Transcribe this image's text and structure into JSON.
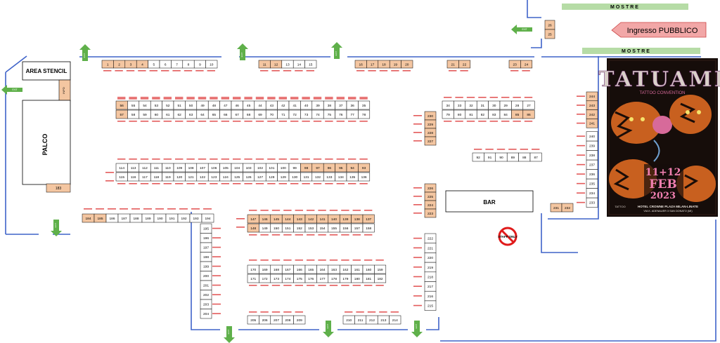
{
  "labels": {
    "mostre_top": "MOSTRE",
    "mostre_right": "MOSTRE",
    "ingresso": "Ingresso PUBBLICO",
    "area_stencil": "AREA STENCIL",
    "palco": "PALCO",
    "bar": "BAR",
    "info": "INFO",
    "exit": "EXIT",
    "poster_title": "TATUAMI",
    "poster_sub": "TATTOO CONVENTION",
    "poster_date1": "11+12",
    "poster_date2": "FEB",
    "poster_year": "2023",
    "poster_venue": "HOTEL CROWNE PLAZA MILAN-LINATE",
    "poster_address": "VIA K. ADENAUER 3 SAN DONATO (MI)",
    "poster_brand": "TATTOO",
    "staff_only": "STAFF ONLY"
  },
  "colors": {
    "booth_orange": "#f4c6a1",
    "poster_bg": "#160d0a",
    "tiger": "#c8601f",
    "pink": "#d76a9a",
    "exit_green": "#5fb04a",
    "blue_line": "#3f63c9",
    "mostre_green": "#b6dca6"
  },
  "icons": [
    "exit-arrow-icon",
    "no-entry-icon",
    "ingresso-arrow-icon",
    "tiger-illustration"
  ],
  "small_text_note": "vendor names under booths are rendered as tiny red labels",
  "booths": {
    "top_row_a": [
      "1",
      "2",
      "3",
      "4",
      "5",
      "6",
      "7",
      "8",
      "9",
      "10"
    ],
    "top_row_b": [
      "11",
      "12",
      "13",
      "14",
      "15"
    ],
    "top_row_c": [
      "16",
      "17",
      "18",
      "19",
      "20"
    ],
    "top_row_d": [
      "21",
      "22"
    ],
    "top_row_e": [
      "23",
      "24"
    ],
    "top_row_f": [
      "26",
      "25"
    ],
    "row1_upper": [
      "56",
      "55",
      "54",
      "53",
      "52",
      "51",
      "50",
      "49",
      "48",
      "47",
      "46",
      "45",
      "44",
      "43",
      "42",
      "41",
      "40",
      "39",
      "38",
      "37",
      "36",
      "35"
    ],
    "row1_lower": [
      "57",
      "58",
      "59",
      "60",
      "61",
      "62",
      "63",
      "64",
      "65",
      "66",
      "67",
      "68",
      "69",
      "70",
      "71",
      "72",
      "73",
      "74",
      "75",
      "76",
      "77",
      "78"
    ],
    "row1_right_upper": [
      "34",
      "33",
      "32",
      "31",
      "30",
      "29",
      "28",
      "27"
    ],
    "row1_right_lower": [
      "79",
      "80",
      "81",
      "82",
      "83",
      "84",
      "85",
      "86"
    ],
    "col_230": [
      "230",
      "229",
      "228",
      "227"
    ],
    "row2_upper": [
      "114",
      "113",
      "112",
      "111",
      "110",
      "109",
      "108",
      "107",
      "106",
      "105",
      "104",
      "103",
      "102",
      "101",
      "100",
      "99",
      "98",
      "97",
      "96",
      "95",
      "94",
      "93"
    ],
    "row2_lower": [
      "115",
      "116",
      "117",
      "118",
      "119",
      "120",
      "121",
      "122",
      "123",
      "124",
      "125",
      "126",
      "127",
      "128",
      "129",
      "130",
      "131",
      "132",
      "133",
      "134",
      "135",
      "136"
    ],
    "row_92": [
      "92",
      "91",
      "90",
      "89",
      "88",
      "87"
    ],
    "col_226": [
      "226",
      "225",
      "224",
      "223"
    ],
    "right_col": [
      "244",
      "243",
      "242",
      "241",
      "240",
      "239",
      "238",
      "237",
      "236",
      "235",
      "234",
      "233"
    ],
    "pair_231": [
      "231",
      "232"
    ],
    "row3": [
      "184",
      "185",
      "186",
      "187",
      "188",
      "189",
      "190",
      "191",
      "192",
      "193",
      "194"
    ],
    "row4_upper": [
      "147",
      "146",
      "145",
      "144",
      "143",
      "142",
      "141",
      "140",
      "139",
      "138",
      "137"
    ],
    "row4_lower": [
      "148",
      "149",
      "150",
      "151",
      "152",
      "153",
      "154",
      "155",
      "156",
      "157",
      "158"
    ],
    "col_195": [
      "195",
      "196",
      "197",
      "198",
      "199",
      "200",
      "201",
      "202",
      "203",
      "204"
    ],
    "row5_upper": [
      "170",
      "169",
      "168",
      "167",
      "166",
      "165",
      "164",
      "163",
      "162",
      "161",
      "160",
      "159"
    ],
    "row5_lower": [
      "171",
      "172",
      "173",
      "174",
      "175",
      "176",
      "177",
      "178",
      "179",
      "180",
      "181",
      "182"
    ],
    "row6_a": [
      "205",
      "206",
      "207",
      "208",
      "209"
    ],
    "row6_b": [
      "210",
      "211",
      "212",
      "213",
      "214"
    ],
    "col_222": [
      "222",
      "221",
      "220",
      "219",
      "218",
      "217",
      "216",
      "215"
    ],
    "single_183": "183"
  }
}
